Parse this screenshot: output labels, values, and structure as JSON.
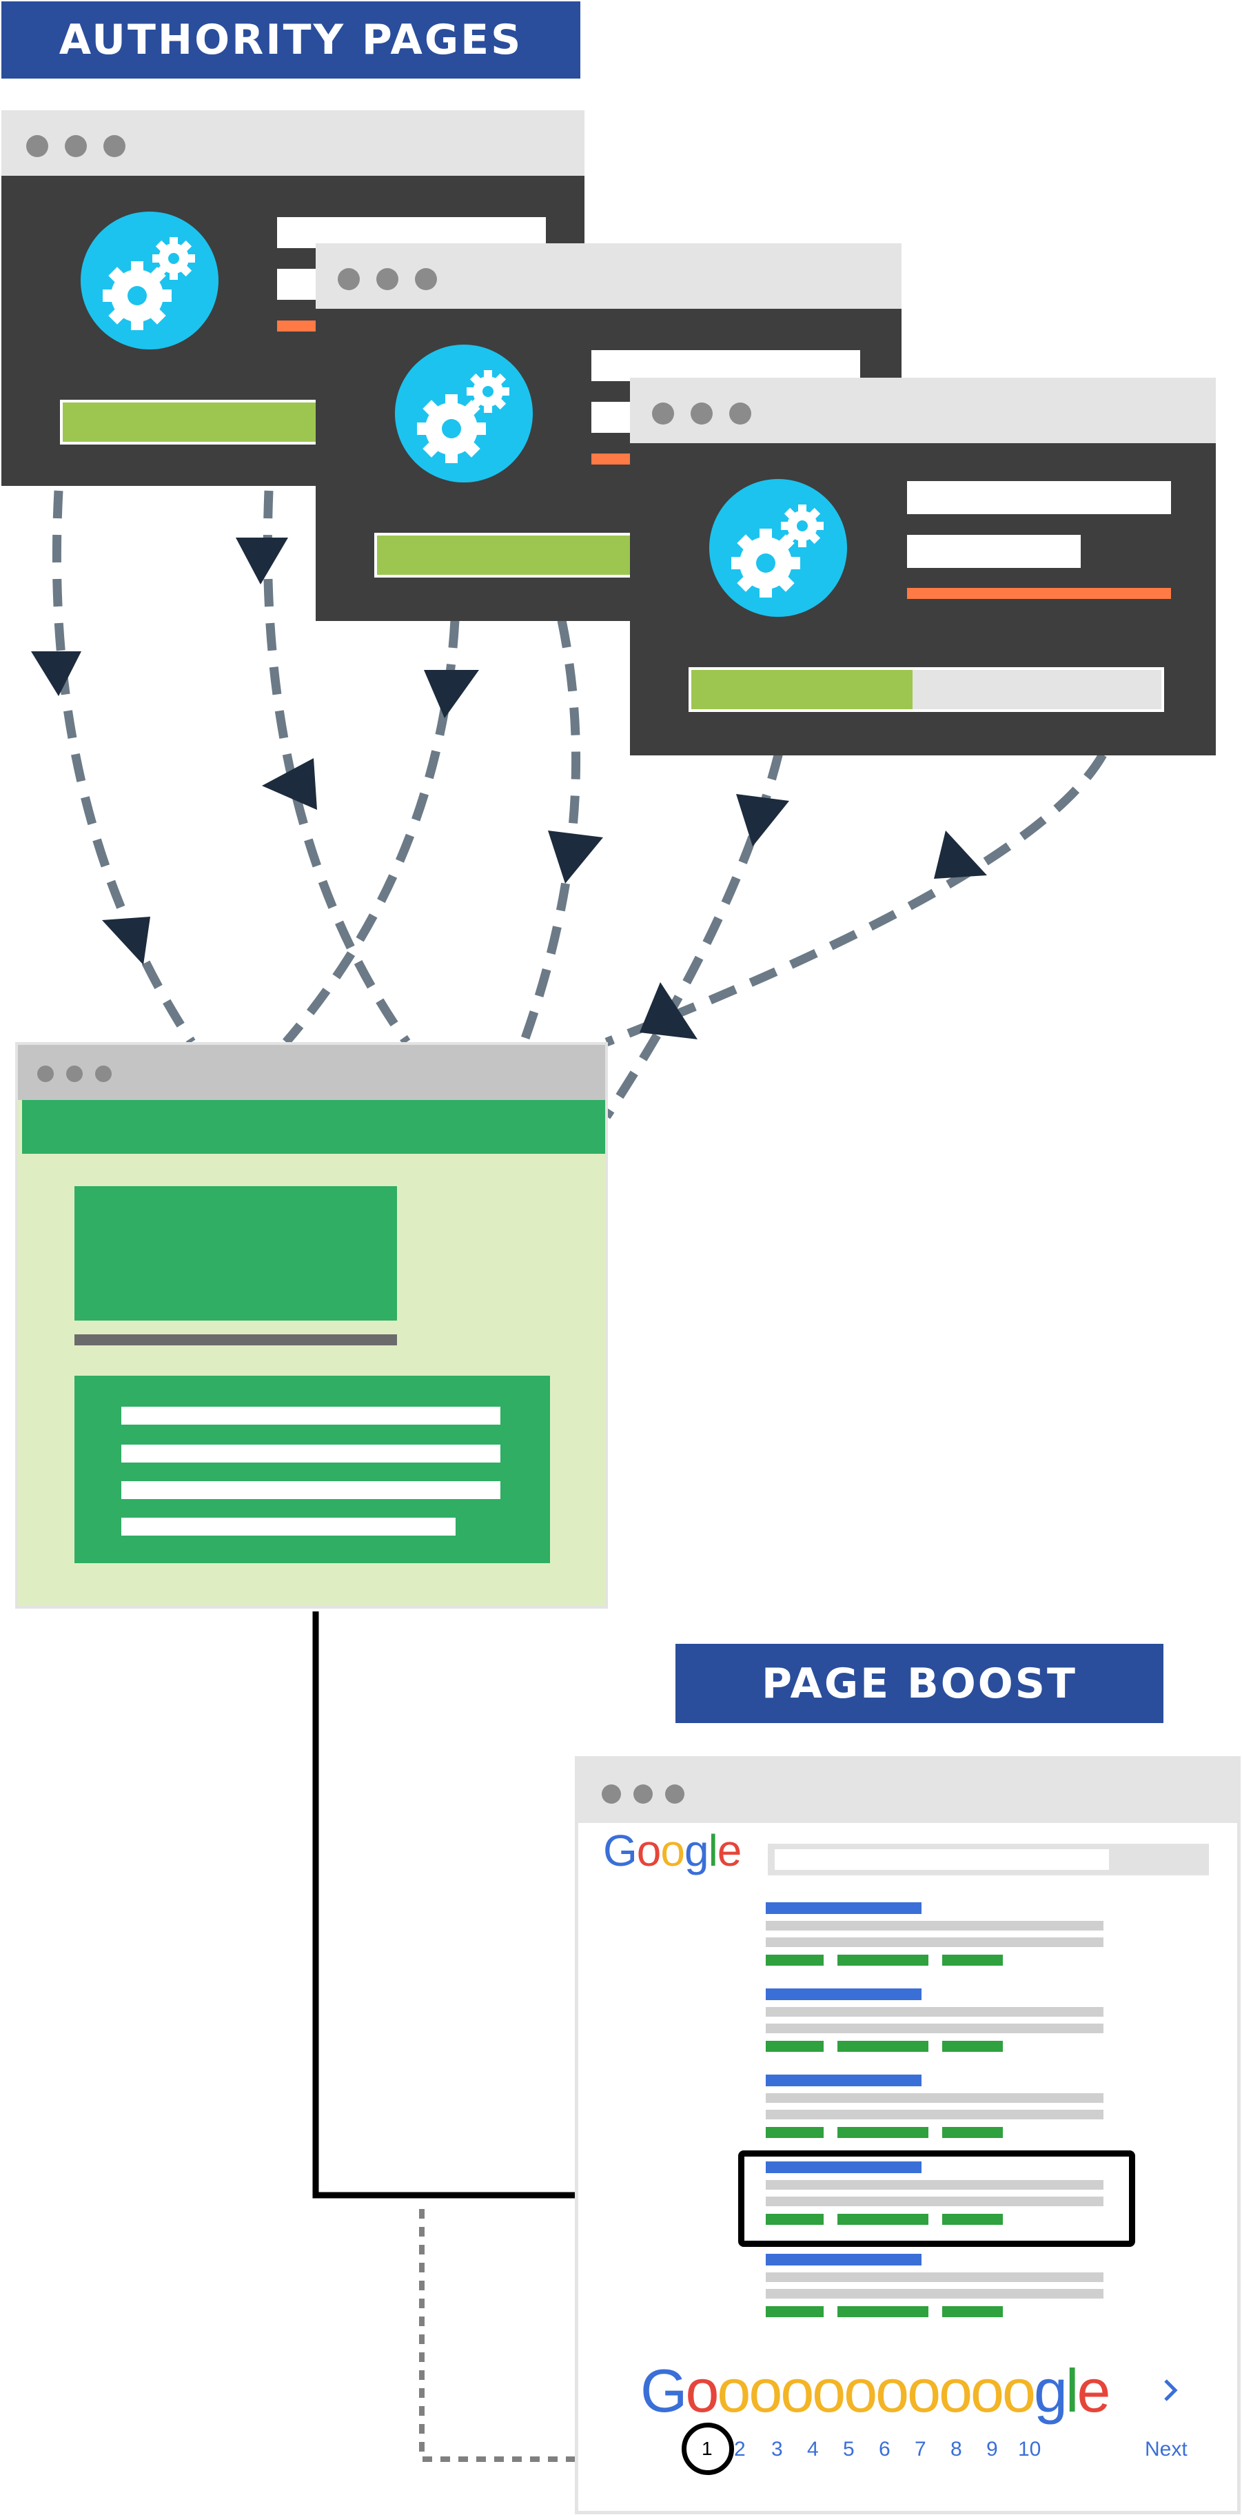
{
  "badges": {
    "authority": "AUTHORITY PAGES",
    "boost": "PAGE BOOST"
  },
  "google": {
    "logo": [
      "G",
      "o",
      "o",
      "g",
      "l",
      "e"
    ],
    "footer_logo": [
      "G",
      "o",
      "o",
      "o",
      "o",
      "o",
      "o",
      "o",
      "o",
      "o",
      "o",
      "o",
      "g",
      "l",
      "e"
    ],
    "pages": [
      "1",
      "2",
      "3",
      "4",
      "5",
      "6",
      "7",
      "8",
      "9",
      "10"
    ],
    "next_label": "Next",
    "highlighted_page": "1"
  },
  "colors": {
    "badge": "#2a4e9c",
    "authority_window_body": "#3e3e3e",
    "gear_circle": "#1cc3ee",
    "progress_fill": "#9dc650",
    "accent_line": "#ff7a45",
    "target_page_bg": "#dfeec2",
    "target_page_green": "#2fae64",
    "arrow_dark": "#1c2b3d",
    "dashed_line": "#6b7a86",
    "result_title": "#3a6fd8",
    "result_url": "#2fa13e"
  }
}
